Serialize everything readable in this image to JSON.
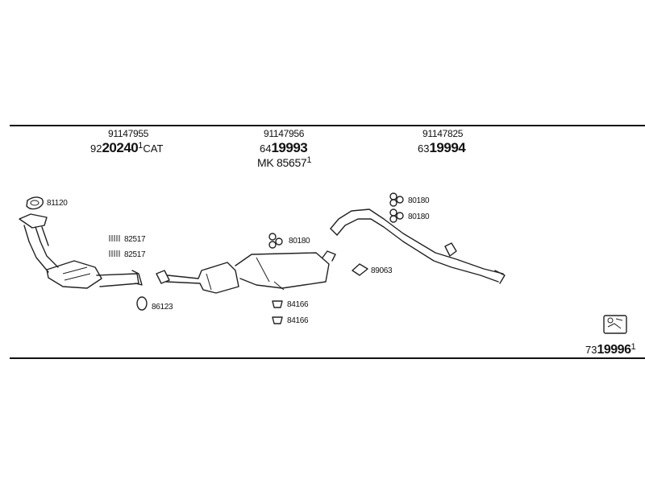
{
  "headers": [
    {
      "code": "91147955",
      "number_prefix": "92",
      "number_main": "20240",
      "number_suffix": "CAT",
      "number_mark": "1"
    },
    {
      "code": "91147956",
      "number_prefix": "64",
      "number_main": "19993",
      "number_suffix": "",
      "number_mark": "",
      "extra": "MK  85657",
      "extra_mark": "1"
    },
    {
      "code": "91147825",
      "number_prefix": "63",
      "number_main": "19994",
      "number_suffix": "",
      "number_mark": ""
    }
  ],
  "parts": {
    "gasket_top": "81120",
    "clamp_a": "82517",
    "clamp_b": "82517",
    "ring": "86123",
    "hanger_mid": "80180",
    "hanger_rear_a": "80180",
    "hanger_rear_b": "80180",
    "gasket_rear": "89063",
    "rubber_a": "84166",
    "rubber_b": "84166"
  },
  "kit": {
    "prefix": "73",
    "main": "19996",
    "mark": "1"
  },
  "icons": [
    "gasket-icon",
    "clamp-icon",
    "ring-icon",
    "hanger-icon",
    "rubber-mount-icon",
    "kit-box-icon"
  ]
}
